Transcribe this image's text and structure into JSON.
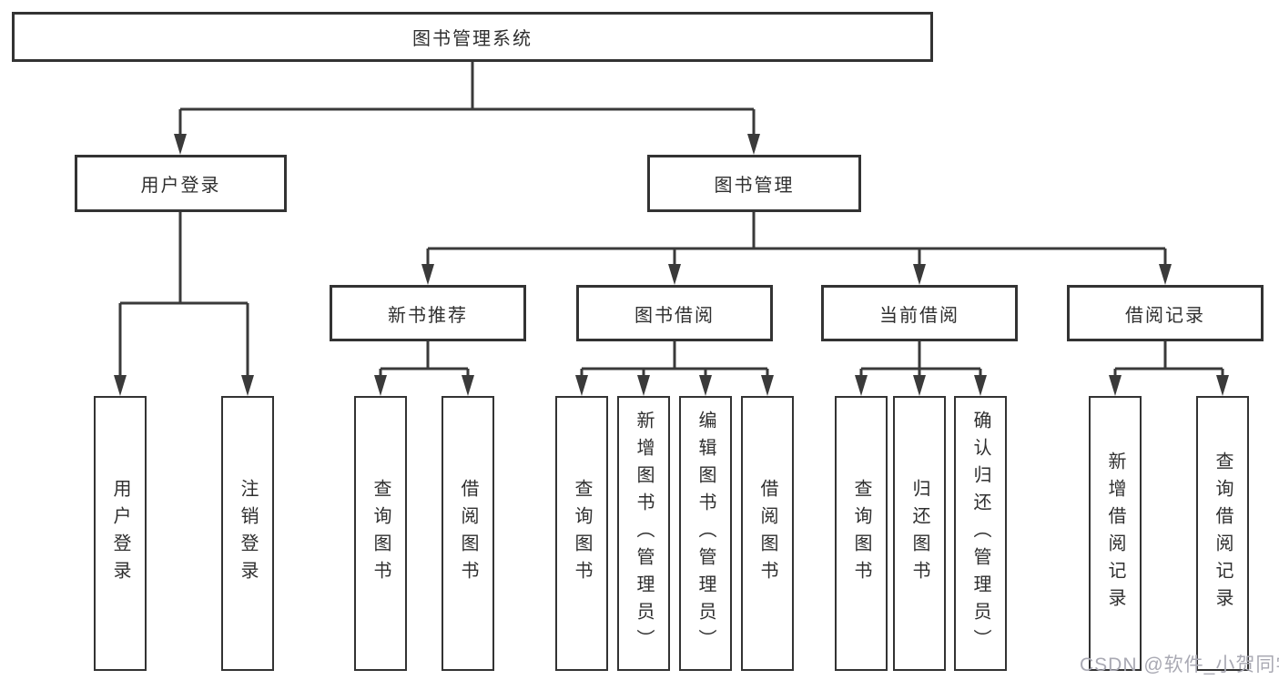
{
  "diagram": {
    "colors": {
      "line": "#3a3a3a",
      "border": "#333333",
      "text": "#2f2f2f",
      "background": "#ffffff",
      "watermark": "#a9a9b3"
    },
    "nodes": {
      "root": {
        "label": "图书管理系统"
      },
      "user_login": {
        "label": "用户登录"
      },
      "book_management": {
        "label": "图书管理"
      },
      "login_user": {
        "label": "用户登录"
      },
      "login_logout": {
        "label": "注销登录"
      },
      "new_book_rec": {
        "label": "新书推荐"
      },
      "book_borrow": {
        "label": "图书借阅"
      },
      "current_borrow": {
        "label": "当前借阅"
      },
      "borrow_record": {
        "label": "借阅记录"
      },
      "rec_query_book": {
        "label": "查询图书"
      },
      "rec_borrow_book": {
        "label": "借阅图书"
      },
      "bb_query_book": {
        "label": "查询图书"
      },
      "bb_add_book": {
        "label": "新增图书（管理员）"
      },
      "bb_edit_book": {
        "label": "编辑图书（管理员）"
      },
      "bb_borrow_book": {
        "label": "借阅图书"
      },
      "cb_query_book": {
        "label": "查询图书"
      },
      "cb_return_book": {
        "label": "归还图书"
      },
      "cb_confirm_return": {
        "label": "确认归还（管理员）"
      },
      "br_add_record": {
        "label": "新增借阅记录"
      },
      "br_query_record": {
        "label": "查询借阅记录"
      }
    },
    "watermark": {
      "label": "CSDN @软件_小贺同学"
    }
  }
}
